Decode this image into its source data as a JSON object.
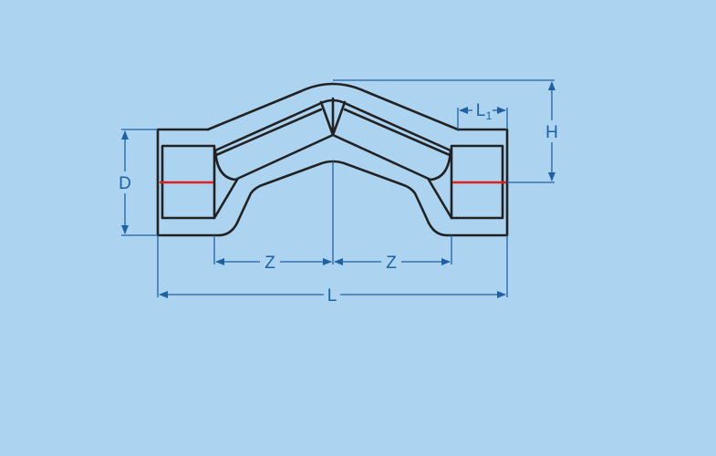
{
  "diagram": {
    "labels": {
      "D": "D",
      "H": "H",
      "L1": "L",
      "L1_sub": "1",
      "Z_left": "Z",
      "Z_right": "Z",
      "L": "L"
    },
    "colors": {
      "background": "#acd3f0",
      "outline": "#222222",
      "dimension": "#1f62a3",
      "axis_mark": "#e02020"
    }
  }
}
